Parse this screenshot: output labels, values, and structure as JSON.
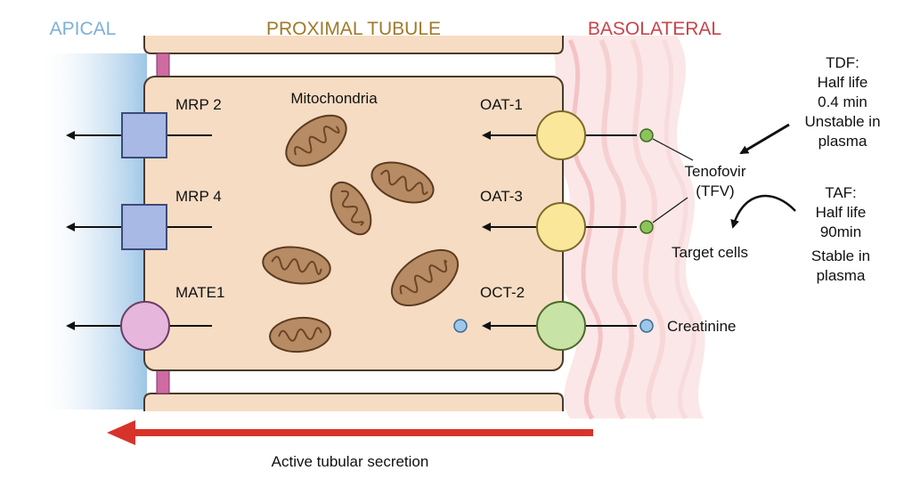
{
  "regions": {
    "apical": "APICAL",
    "proximal_tubule": "PROXIMAL TUBULE",
    "basolateral": "BASOLATERAL"
  },
  "cell": {
    "mitochondria_label": "Mitochondria"
  },
  "apical_transporters": [
    {
      "label": "MRP 2",
      "shape": "square"
    },
    {
      "label": "MRP 4",
      "shape": "square"
    },
    {
      "label": "MATE1",
      "shape": "circle"
    }
  ],
  "basolateral_transporters": [
    {
      "label": "OAT-1"
    },
    {
      "label": "OAT-3"
    },
    {
      "label": "OCT-2"
    }
  ],
  "tenofovir": {
    "line1": "Tenofovir",
    "line2": "(TFV)",
    "target": "Target cells"
  },
  "creatinine": "Creatinine",
  "tdf": {
    "lines": [
      "TDF:",
      "Half life",
      "0.4 min",
      "Unstable in",
      "plasma"
    ]
  },
  "taf": {
    "lines": [
      "TAF:",
      "Half life",
      "90min",
      "Stable in",
      "plasma"
    ]
  },
  "secretion_label": "Active tubular secretion",
  "colors": {
    "apical_text": "#7fb0d6",
    "tubule_text": "#a07a2a",
    "basolateral_text": "#c9444b",
    "cell_fill": "#f6dcc3",
    "cell_border": "#4a3a2a",
    "mrp_fill": "#a9b9e6",
    "mate_fill": "#e6b6dc",
    "oat_fill": "#fbe79a",
    "oct_fill": "#c8e3a6",
    "tfv_dot": "#8cc45a",
    "creatinine_dot": "#9cc8ec",
    "junction": "#cf6aa3",
    "secretion_arrow": "#d7332b",
    "mito_fill": "#b78b63"
  }
}
